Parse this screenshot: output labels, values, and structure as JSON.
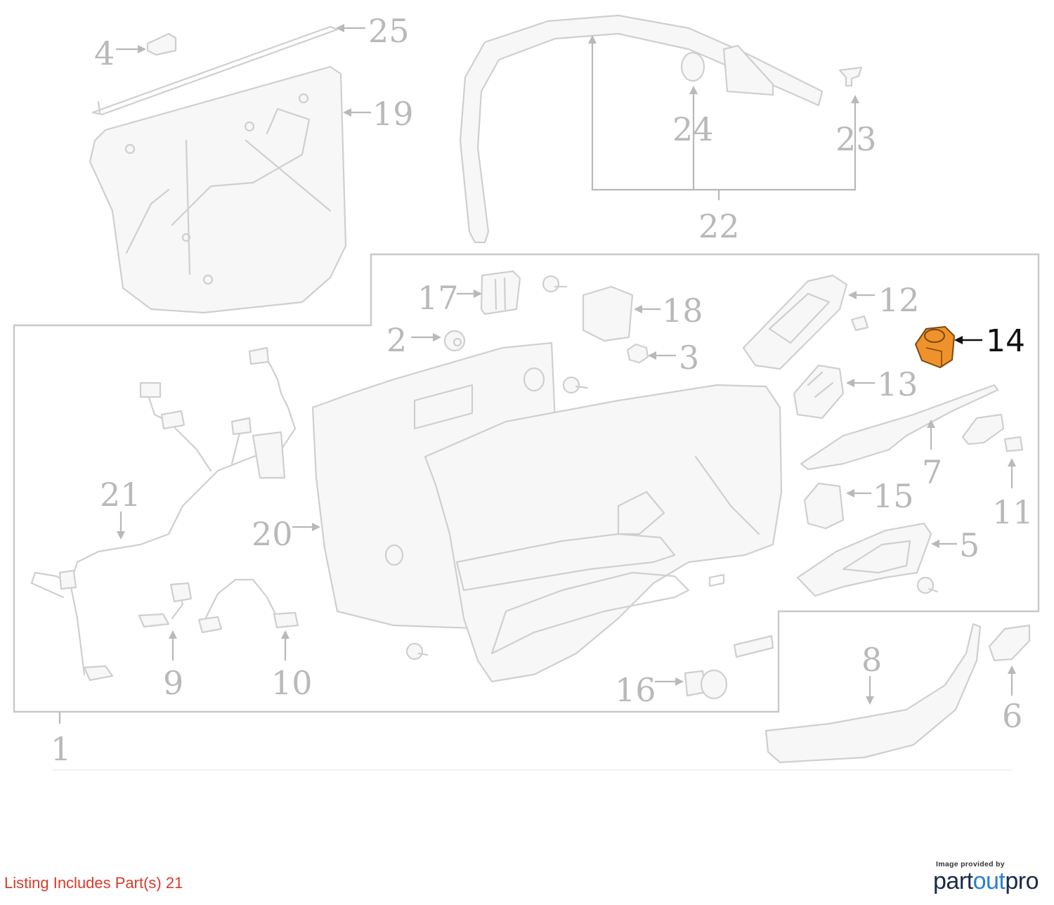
{
  "listing_note": "Listing Includes Part(s) 21",
  "brand": {
    "provided_by": "Image provided by",
    "logo_part1": "part",
    "logo_part2": "out",
    "logo_part3": "pro"
  },
  "highlight_color": "#F0922B",
  "callouts": {
    "p1": "1",
    "p2": "2",
    "p3": "3",
    "p4": "4",
    "p5": "5",
    "p6": "6",
    "p7": "7",
    "p8": "8",
    "p9": "9",
    "p10": "10",
    "p11": "11",
    "p12": "12",
    "p13": "13",
    "p14": "14",
    "p15": "15",
    "p16": "16",
    "p17": "17",
    "p18": "18",
    "p19": "19",
    "p20": "20",
    "p21": "21",
    "p22": "22",
    "p23": "23",
    "p24": "24",
    "p25": "25"
  }
}
